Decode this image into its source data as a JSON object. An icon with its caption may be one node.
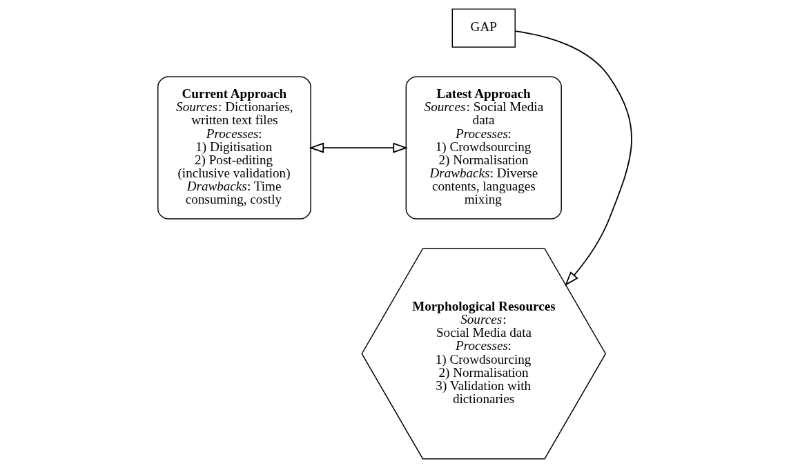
{
  "diagram": {
    "nodes": [
      {
        "text": [
          "GAP"
        ]
      },
      {
        "text": [
          "Current Approach",
          "*Sources*: Dictionaries, written text files",
          "*Processes*:",
          "1) Digitisation",
          "2) Post-editing (inclusive validation)",
          "*Drawbacks*: Time consuming, costly"
        ]
      },
      {
        "text": [
          "Latest Approach",
          "*Sources*: Social Media data",
          "*Processes*:",
          "1) Crowdsourcing",
          "2) Normalisation",
          "*Drawbacks*: Diverse contents, languages mixing"
        ]
      },
      {
        "text": [
          "Morphological Resources",
          "*Sources*:",
          "Social Media data",
          "*Processes*:",
          "1) Crowdsourcing",
          "2) Normalisation",
          "3) Validation with dictionaries"
        ]
      }
    ],
    "edges": [
      {
        "from": 1,
        "to": 2,
        "arrow": "both"
      },
      {
        "from": 0,
        "to": 3,
        "arrow": "to"
      }
    ]
  }
}
